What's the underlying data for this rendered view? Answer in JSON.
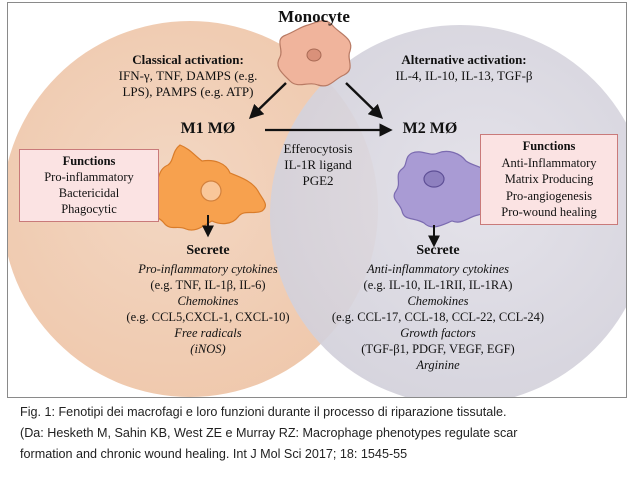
{
  "title": "Monocyte",
  "classical": {
    "heading": "Classical activation:",
    "line1": "IFN-γ, TNF, DAMPS (e.g.",
    "line2": "LPS), PAMPS (e.g. ATP)"
  },
  "alternative": {
    "heading": "Alternative activation:",
    "line1": "IL-4, IL-10, IL-13, TGF-β"
  },
  "m1": {
    "label": "M1 MØ",
    "functions": {
      "heading": "Functions",
      "items": [
        "Pro-inflammatory",
        "Bactericidal",
        "Phagocytic"
      ]
    },
    "secrete": {
      "heading": "Secrete",
      "lines": [
        "Pro-inflammatory cytokines",
        "(e.g. TNF, IL-1β, IL-6)",
        "Chemokines",
        "(e.g. CCL5,CXCL-1, CXCL-10)",
        "Free radicals",
        "(iNOS)"
      ]
    }
  },
  "m2": {
    "label": "M2 MØ",
    "functions": {
      "heading": "Functions",
      "items": [
        "Anti-Inflammatory",
        "Matrix Producing",
        "Pro-angiogenesis",
        "Pro-wound healing"
      ]
    },
    "secrete": {
      "heading": "Secrete",
      "lines": [
        "Anti-inflammatory cytokines",
        "(e.g. IL-10, IL-1RII, IL-1RA)",
        "Chemokines",
        "(e.g. CCL-17, CCL-18, CCL-22, CCL-24)",
        "Growth factors",
        "(TGF-β1, PDGF, VEGF, EGF)",
        "Arginine"
      ]
    }
  },
  "middle": {
    "lines": [
      "Efferocytosis",
      "IL-1R ligand",
      "PGE2"
    ]
  },
  "caption": {
    "line1": "Fig. 1: Fenotipi dei macrofagi e loro funzioni durante il processo di riparazione tissutale.",
    "line2": "(Da: Hesketh M, Sahin KB, West ZE e Murray RZ: Macrophage phenotypes regulate scar",
    "line3": "formation and chronic wound healing. Int J Mol Sci 2017; 18: 1545-55"
  },
  "colors": {
    "m1_circle": "#f3d1b8",
    "m2_circle": "#d8d6e0",
    "monocyte_cell": "#f0b49c",
    "m1_cell": "#f7a14e",
    "m2_cell": "#a99bd4",
    "function_box": "#fbe3e3",
    "function_box_border": "#c97a7a"
  },
  "icons": [
    "monocyte-cell-icon",
    "m1-macrophage-icon",
    "m2-macrophage-icon",
    "arrow-icon"
  ]
}
